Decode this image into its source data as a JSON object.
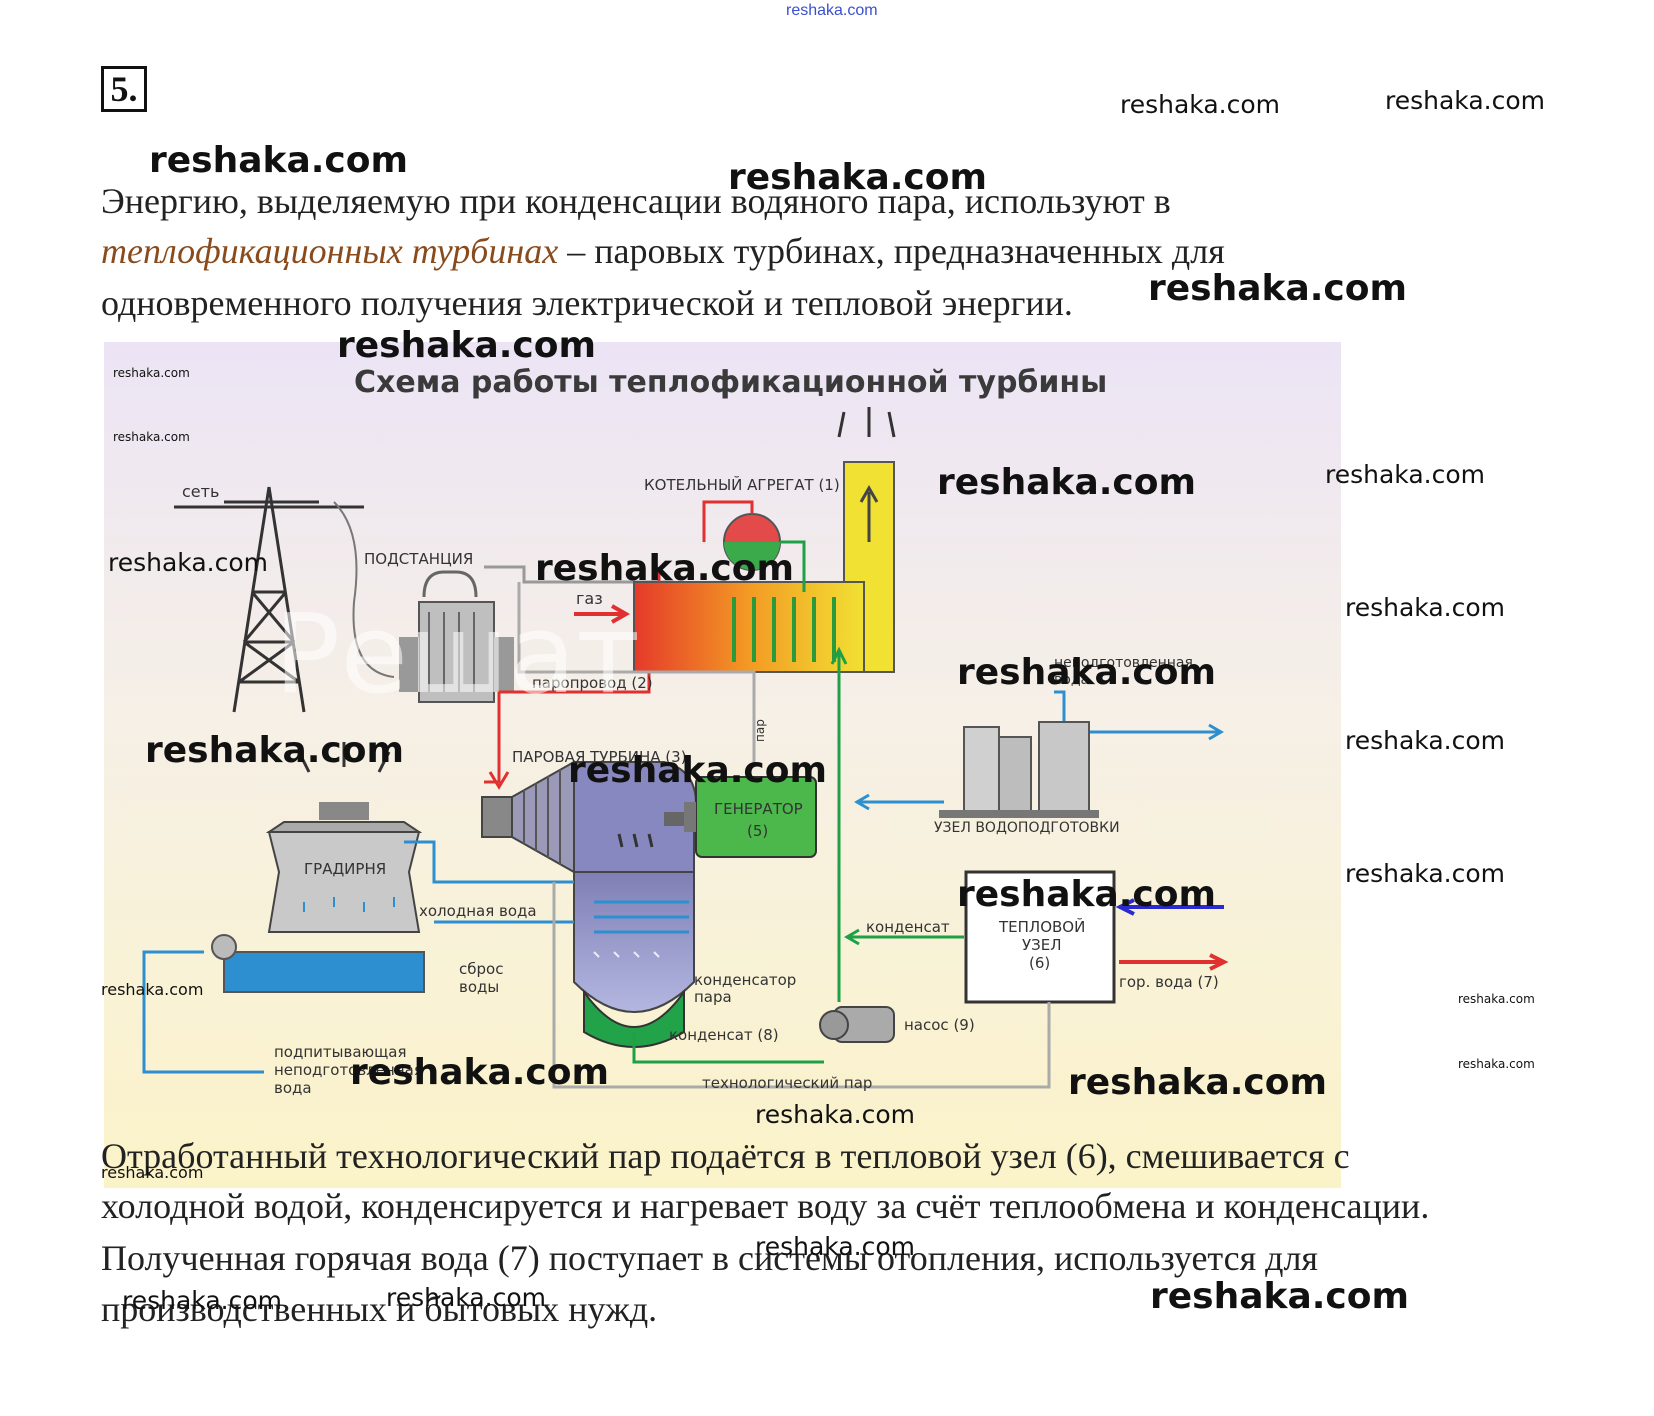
{
  "header": {
    "site_link": "reshaka.com",
    "task_number": "5."
  },
  "intro": {
    "line1": "Энергию, выделяемую при конденсации водяного пара, используют в",
    "term": "теплофикационных турбинах",
    "line2_rest": " – паровых турбинах, предназначенных для",
    "line3": "одновременного получения электрической и тепловой энергии."
  },
  "diagram": {
    "title": "Схема работы теплофикационной турбины",
    "labels": {
      "grid": "сеть",
      "substation": "ПОДСТАНЦИЯ",
      "boiler": "КОТЕЛЬНЫЙ АГРЕГАТ (1)",
      "gas": "газ",
      "steam_pipe": "паропровод (2)",
      "turbine": "ПАРОВАЯ ТУРБИНА (3)",
      "generator_line1": "ГЕНЕРАТОР",
      "generator_line2": "(5)",
      "raw_water_line1": "неподготовленная",
      "raw_water_line2": "вода",
      "water_treatment": "УЗЕЛ ВОДОПОДГОТОВКИ",
      "cooling_tower": "ГРАДИРНЯ",
      "cold_water": "холодная вода",
      "discharge_line1": "сброс",
      "discharge_line2": "воды",
      "condenser_line1": "конденсатор",
      "condenser_line2": "пара",
      "condensate": "конденсат",
      "heat_node_line1": "ТЕПЛОВОЙ",
      "heat_node_line2": "УЗЕЛ",
      "heat_node_line3": "(6)",
      "hot_water": "гор. вода (7)",
      "condensate_8": "конденсат (8)",
      "pump": "насос (9)",
      "makeup_line1": "подпитывающая",
      "makeup_line2": "неподготовленная",
      "makeup_line3": "вода",
      "process_steam": "технологический пар",
      "steam_small": "пар"
    }
  },
  "outro": {
    "line1": "Отработанный технологический пар подаётся в тепловой узел (6), смешивается с",
    "line2": "холодной водой, конденсируется и нагревает воду за счёт теплообмена и конденсации.",
    "line3": "Полученная горячая вода (7) поступает в системы отопления, используется для",
    "line4": "производственных и бытовых нужд."
  },
  "watermarks": {
    "text": "reshaka.com",
    "big_text": "Решат"
  },
  "colors": {
    "term": "#8a4b1c",
    "pipe_blue": "#2d8fd0",
    "pipe_green": "#1fa046",
    "pipe_red": "#e03030",
    "boiler_yellow": "#f1e133",
    "generator_green": "#4cb84c"
  }
}
